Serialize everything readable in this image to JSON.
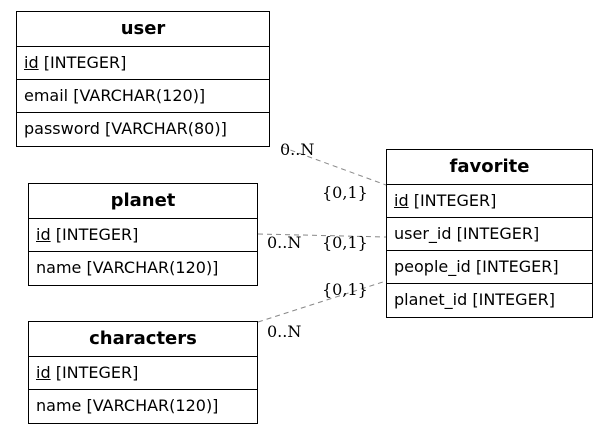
{
  "entities": {
    "user": {
      "name": "user",
      "fields": [
        {
          "key": "id",
          "type": "[INTEGER]"
        },
        {
          "text": "email [VARCHAR(120)]"
        },
        {
          "text": "password [VARCHAR(80)]"
        }
      ]
    },
    "planet": {
      "name": "planet",
      "fields": [
        {
          "key": "id",
          "type": "[INTEGER]"
        },
        {
          "text": "name [VARCHAR(120)]"
        }
      ]
    },
    "characters": {
      "name": "characters",
      "fields": [
        {
          "key": "id",
          "type": "[INTEGER]"
        },
        {
          "text": "name [VARCHAR(120)]"
        }
      ]
    },
    "favorite": {
      "name": "favorite",
      "fields": [
        {
          "key": "id",
          "type": "[INTEGER]"
        },
        {
          "text": "user_id [INTEGER]"
        },
        {
          "text": "people_id [INTEGER]"
        },
        {
          "text": "planet_id [INTEGER]"
        }
      ]
    }
  },
  "relations": [
    {
      "from": "user",
      "to": "favorite",
      "from_card": "0..N",
      "to_card": "{0,1}"
    },
    {
      "from": "planet",
      "to": "favorite",
      "from_card": "0..N",
      "to_card": "{0,1}"
    },
    {
      "from": "characters",
      "to": "favorite",
      "from_card": "0..N",
      "to_card": "{0,1}"
    }
  ],
  "colors": {
    "border": "#000000",
    "relation_line": "#888888",
    "background": "#ffffff"
  }
}
